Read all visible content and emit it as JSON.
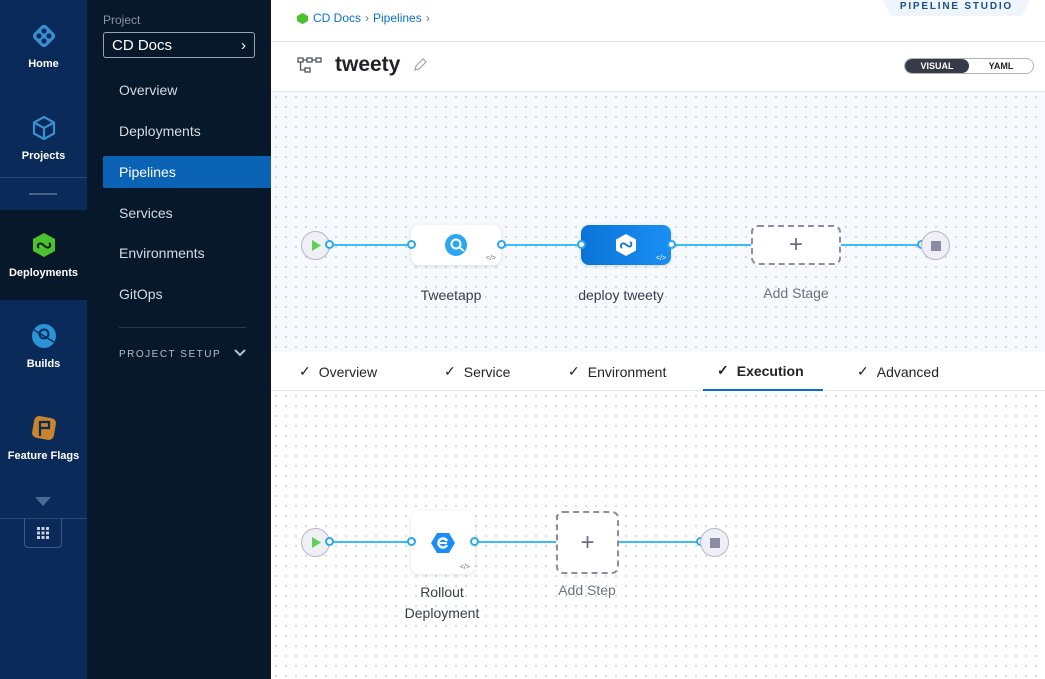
{
  "nav": {
    "items": [
      {
        "label": "Home",
        "icon": "harness-logo-icon"
      },
      {
        "label": "Projects",
        "icon": "cube-icon"
      },
      {
        "label": "Deployments",
        "icon": "deployments-icon"
      },
      {
        "label": "Builds",
        "icon": "builds-icon"
      },
      {
        "label": "Feature Flags",
        "icon": "feature-flag-icon"
      }
    ],
    "selected": "Deployments"
  },
  "project": {
    "label": "Project",
    "name": "CD Docs",
    "links": [
      "Overview",
      "Deployments",
      "Pipelines",
      "Services",
      "Environments",
      "GitOps"
    ],
    "active": "Pipelines",
    "setup": "PROJECT SETUP"
  },
  "header": {
    "breadcrumb": [
      "CD Docs",
      "Pipelines"
    ],
    "studio": "PIPELINE STUDIO",
    "title": "tweety",
    "toggle": [
      "VISUAL",
      "YAML"
    ],
    "toggle_selected": "VISUAL"
  },
  "stages": {
    "nodes": [
      {
        "label": "Tweetapp",
        "type": "build"
      },
      {
        "label": "deploy tweety",
        "type": "deploy",
        "selected": true
      }
    ],
    "add": "Add Stage",
    "code_label": "</>"
  },
  "tabs": {
    "items": [
      "Overview",
      "Service",
      "Environment",
      "Execution",
      "Advanced"
    ],
    "active": "Execution"
  },
  "execution": {
    "steps": [
      {
        "label_line1": "Rollout",
        "label_line2": "Deployment"
      }
    ],
    "add": "Add Step"
  },
  "colors": {
    "accent": "#0b6fd0",
    "edge": "#3dbcf5",
    "nav": "#0a2b5a",
    "sidebar": "#07182b"
  }
}
